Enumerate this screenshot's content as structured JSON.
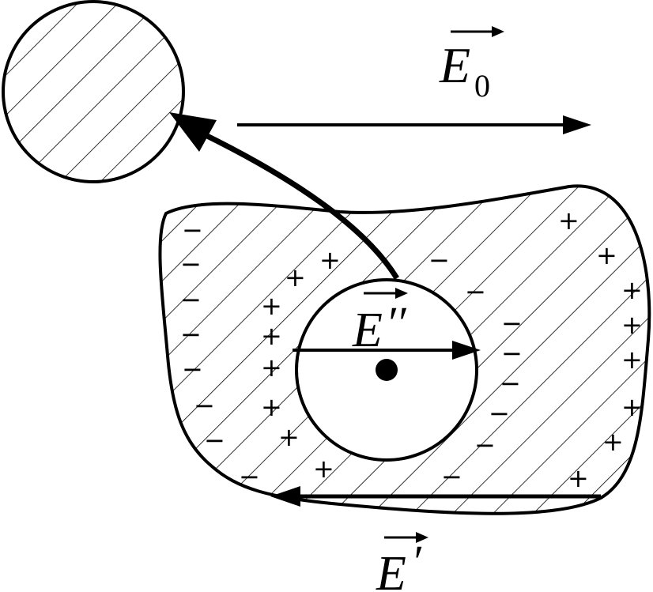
{
  "colors": {
    "ink": "#000000",
    "background": "#ffffff"
  },
  "labels": {
    "e0_letter": "E",
    "e0_subscript": "0",
    "e_double_prime_letter": "E",
    "e_double_prime_mark": "′′",
    "e_prime_letter": "E",
    "e_prime_mark": "′"
  },
  "charges": {
    "plus": "+",
    "minus": "−"
  }
}
